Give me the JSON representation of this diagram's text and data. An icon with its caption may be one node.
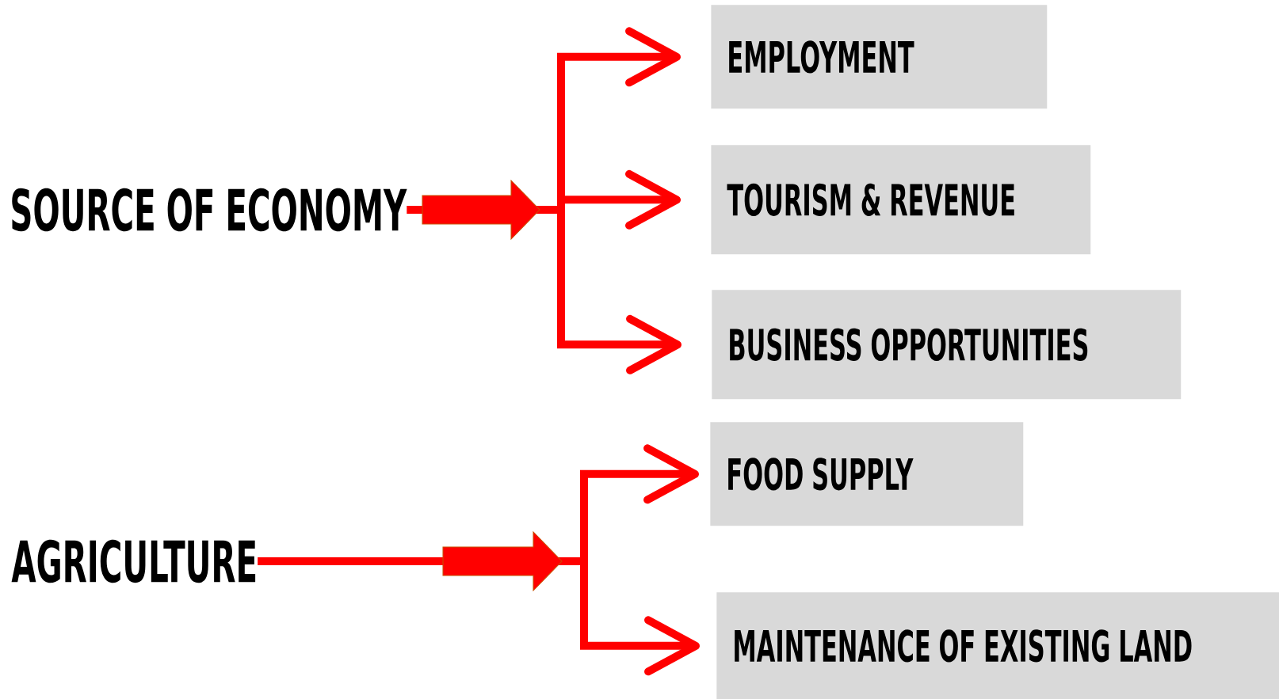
{
  "diagram": {
    "nodes": [
      {
        "text": [
          "SOURCE OF ECONOMY"
        ]
      },
      {
        "text": [
          "EMPLOYMENT"
        ]
      },
      {
        "text": [
          "TOURISM & REVENUE"
        ]
      },
      {
        "text": [
          "BUSINESS OPPORTUNITIES"
        ]
      },
      {
        "text": [
          "AGRICULTURE"
        ]
      },
      {
        "text": [
          "FOOD SUPPLY"
        ]
      },
      {
        "text": [
          "MAINTENANCE OF EXISTING LAND"
        ]
      }
    ],
    "edges": [
      {
        "from": 0,
        "to": 1,
        "arrow": "to"
      },
      {
        "from": 0,
        "to": 2,
        "arrow": "to"
      },
      {
        "from": 0,
        "to": 3,
        "arrow": "to"
      },
      {
        "from": 4,
        "to": 5,
        "arrow": "to"
      },
      {
        "from": 4,
        "to": 6,
        "arrow": "to"
      }
    ]
  }
}
